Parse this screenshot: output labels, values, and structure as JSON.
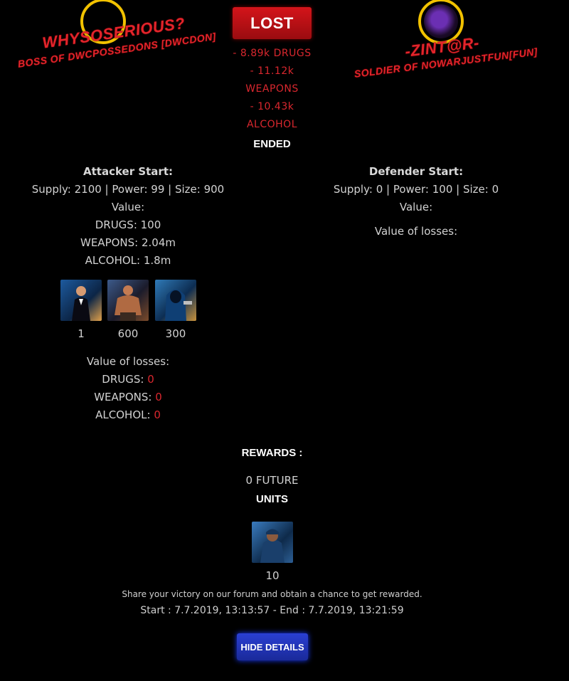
{
  "result": {
    "label": "LOST",
    "status": "ENDED"
  },
  "losses_summary": [
    "- 8.89k DRUGS",
    "- 11.12k",
    "WEAPONS",
    "- 10.43k",
    "ALCOHOL"
  ],
  "attacker": {
    "name": "WHYSOSERIOUS?",
    "rank": "BOSS OF DWCPOSSEDONS [DWCDON]",
    "start_heading": "Attacker Start:",
    "start_line": "Supply: 2100 | Power: 99 | Size: 900",
    "value_label": "Value:",
    "values": [
      "DRUGS: 100",
      "WEAPONS: 2.04m",
      "ALCOHOL: 1.8m"
    ],
    "units": [
      {
        "icon": "tuxedo-boss-unit-icon",
        "count": "1"
      },
      {
        "icon": "muscle-bruiser-unit-icon",
        "count": "600"
      },
      {
        "icon": "hooded-gunman-unit-icon",
        "count": "300"
      }
    ],
    "losses_label": "Value of losses:",
    "losses": [
      {
        "label": "DRUGS: ",
        "value": "0"
      },
      {
        "label": "WEAPONS: ",
        "value": "0"
      },
      {
        "label": "ALCOHOL: ",
        "value": "0"
      }
    ]
  },
  "defender": {
    "name": "-ZINT@R-",
    "rank": "SOLDIER OF NOWARJUSTFUN[FUN]",
    "start_heading": "Defender Start:",
    "start_line": "Supply: 0 | Power: 100 | Size: 0",
    "value_label": "Value:",
    "losses_label": "Value of losses:"
  },
  "rewards": {
    "title": "REWARDS :",
    "line": "0 FUTURE",
    "units_title": "UNITS",
    "unit": {
      "icon": "hooded-thug-unit-icon",
      "count": "10"
    }
  },
  "footer": {
    "share": "Share your victory on our forum and obtain a chance to get rewarded.",
    "times": "Start : 7.7.2019, 13:13:57 - End : 7.7.2019, 13:21:59",
    "hide_button": "HIDE DETAILS"
  },
  "colors": {
    "accent_red": "#d9272e",
    "button_blue": "#2a3fd3",
    "avatar_ring": "#f2c200"
  }
}
